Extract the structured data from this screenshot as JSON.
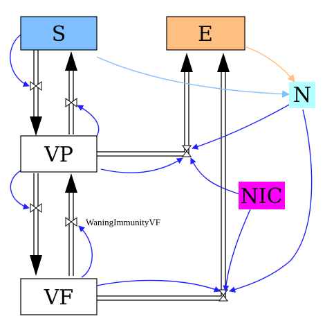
{
  "nodes": {
    "S": {
      "label": "S",
      "color": "#80bfff"
    },
    "E": {
      "label": "E",
      "color": "#ffbf80"
    },
    "N": {
      "label": "N",
      "color": "#b3ffff"
    },
    "VP": {
      "label": "VP",
      "color": "#ffffff"
    },
    "NIC": {
      "label": "NIC",
      "color": "#ff00ff"
    },
    "VF": {
      "label": "VF",
      "color": "#ffffff"
    }
  },
  "flows": {
    "waning_immunity_vf": {
      "label": "WaningImmunityVF"
    }
  },
  "colors": {
    "link_blue": "#1f1fff",
    "link_light_blue": "#80bfff",
    "link_orange": "#ffbf80",
    "pipe": "#000000"
  }
}
